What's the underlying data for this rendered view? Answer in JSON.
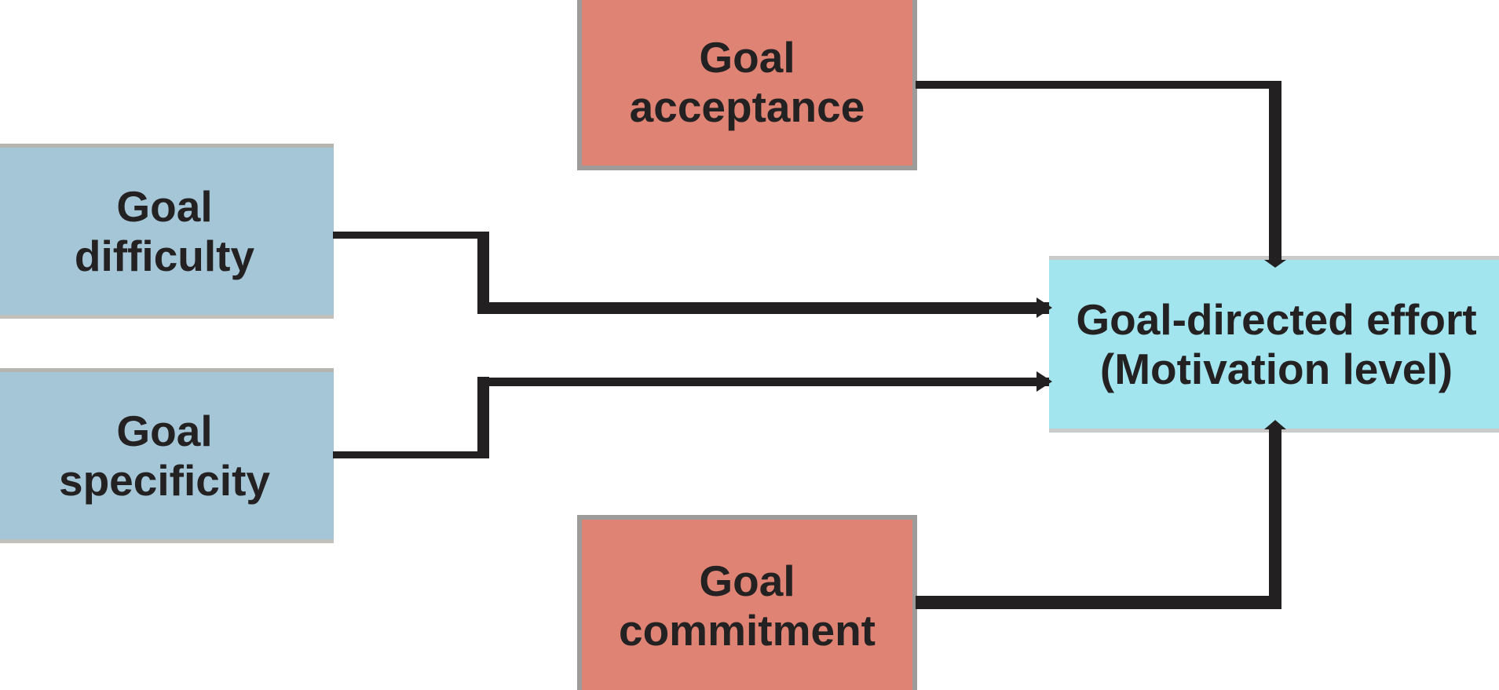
{
  "figure": {
    "type": "flow-diagram",
    "background": "#ffffff",
    "nodes": [
      {
        "id": "goal-difficulty",
        "line1": "Goal",
        "line2": "difficulty",
        "fill": "#a5c6d7",
        "border": "#b6b4ae",
        "role": "input-factor"
      },
      {
        "id": "goal-specificity",
        "line1": "Goal",
        "line2": "specificity",
        "fill": "#a5c6d7",
        "border": "#b6b4ae",
        "role": "input-factor"
      },
      {
        "id": "goal-acceptance",
        "line1": "Goal",
        "line2": "acceptance",
        "fill": "#df8474",
        "border": "#9e9c9a",
        "role": "moderator"
      },
      {
        "id": "goal-commitment",
        "line1": "Goal",
        "line2": "commitment",
        "fill": "#df8474",
        "border": "#9e9c9a",
        "role": "moderator"
      },
      {
        "id": "goal-directed-effort",
        "line1": "Goal-directed effort",
        "line2": "(Motivation level)",
        "fill": "#a3e5ee",
        "border": "#cbcbcb",
        "role": "outcome"
      }
    ],
    "connections": [
      {
        "from": "goal-difficulty",
        "to": "goal-directed-effort",
        "enters": "left-side",
        "arrow": "right"
      },
      {
        "from": "goal-specificity",
        "to": "goal-directed-effort",
        "enters": "left-side",
        "arrow": "right"
      },
      {
        "from": "goal-acceptance",
        "to": "goal-directed-effort",
        "enters": "top-side",
        "arrow": "down"
      },
      {
        "from": "goal-commitment",
        "to": "goal-directed-effort",
        "enters": "bottom-side",
        "arrow": "up"
      }
    ],
    "colors": {
      "connector": "#232021",
      "text": "#242122",
      "box-blue": "#a5c6d7",
      "box-salmon": "#df8474",
      "box-cyan": "#a3e5ee",
      "border-gray-dark": "#9e9c9a",
      "border-gray-light": "#cbcbcb"
    }
  }
}
